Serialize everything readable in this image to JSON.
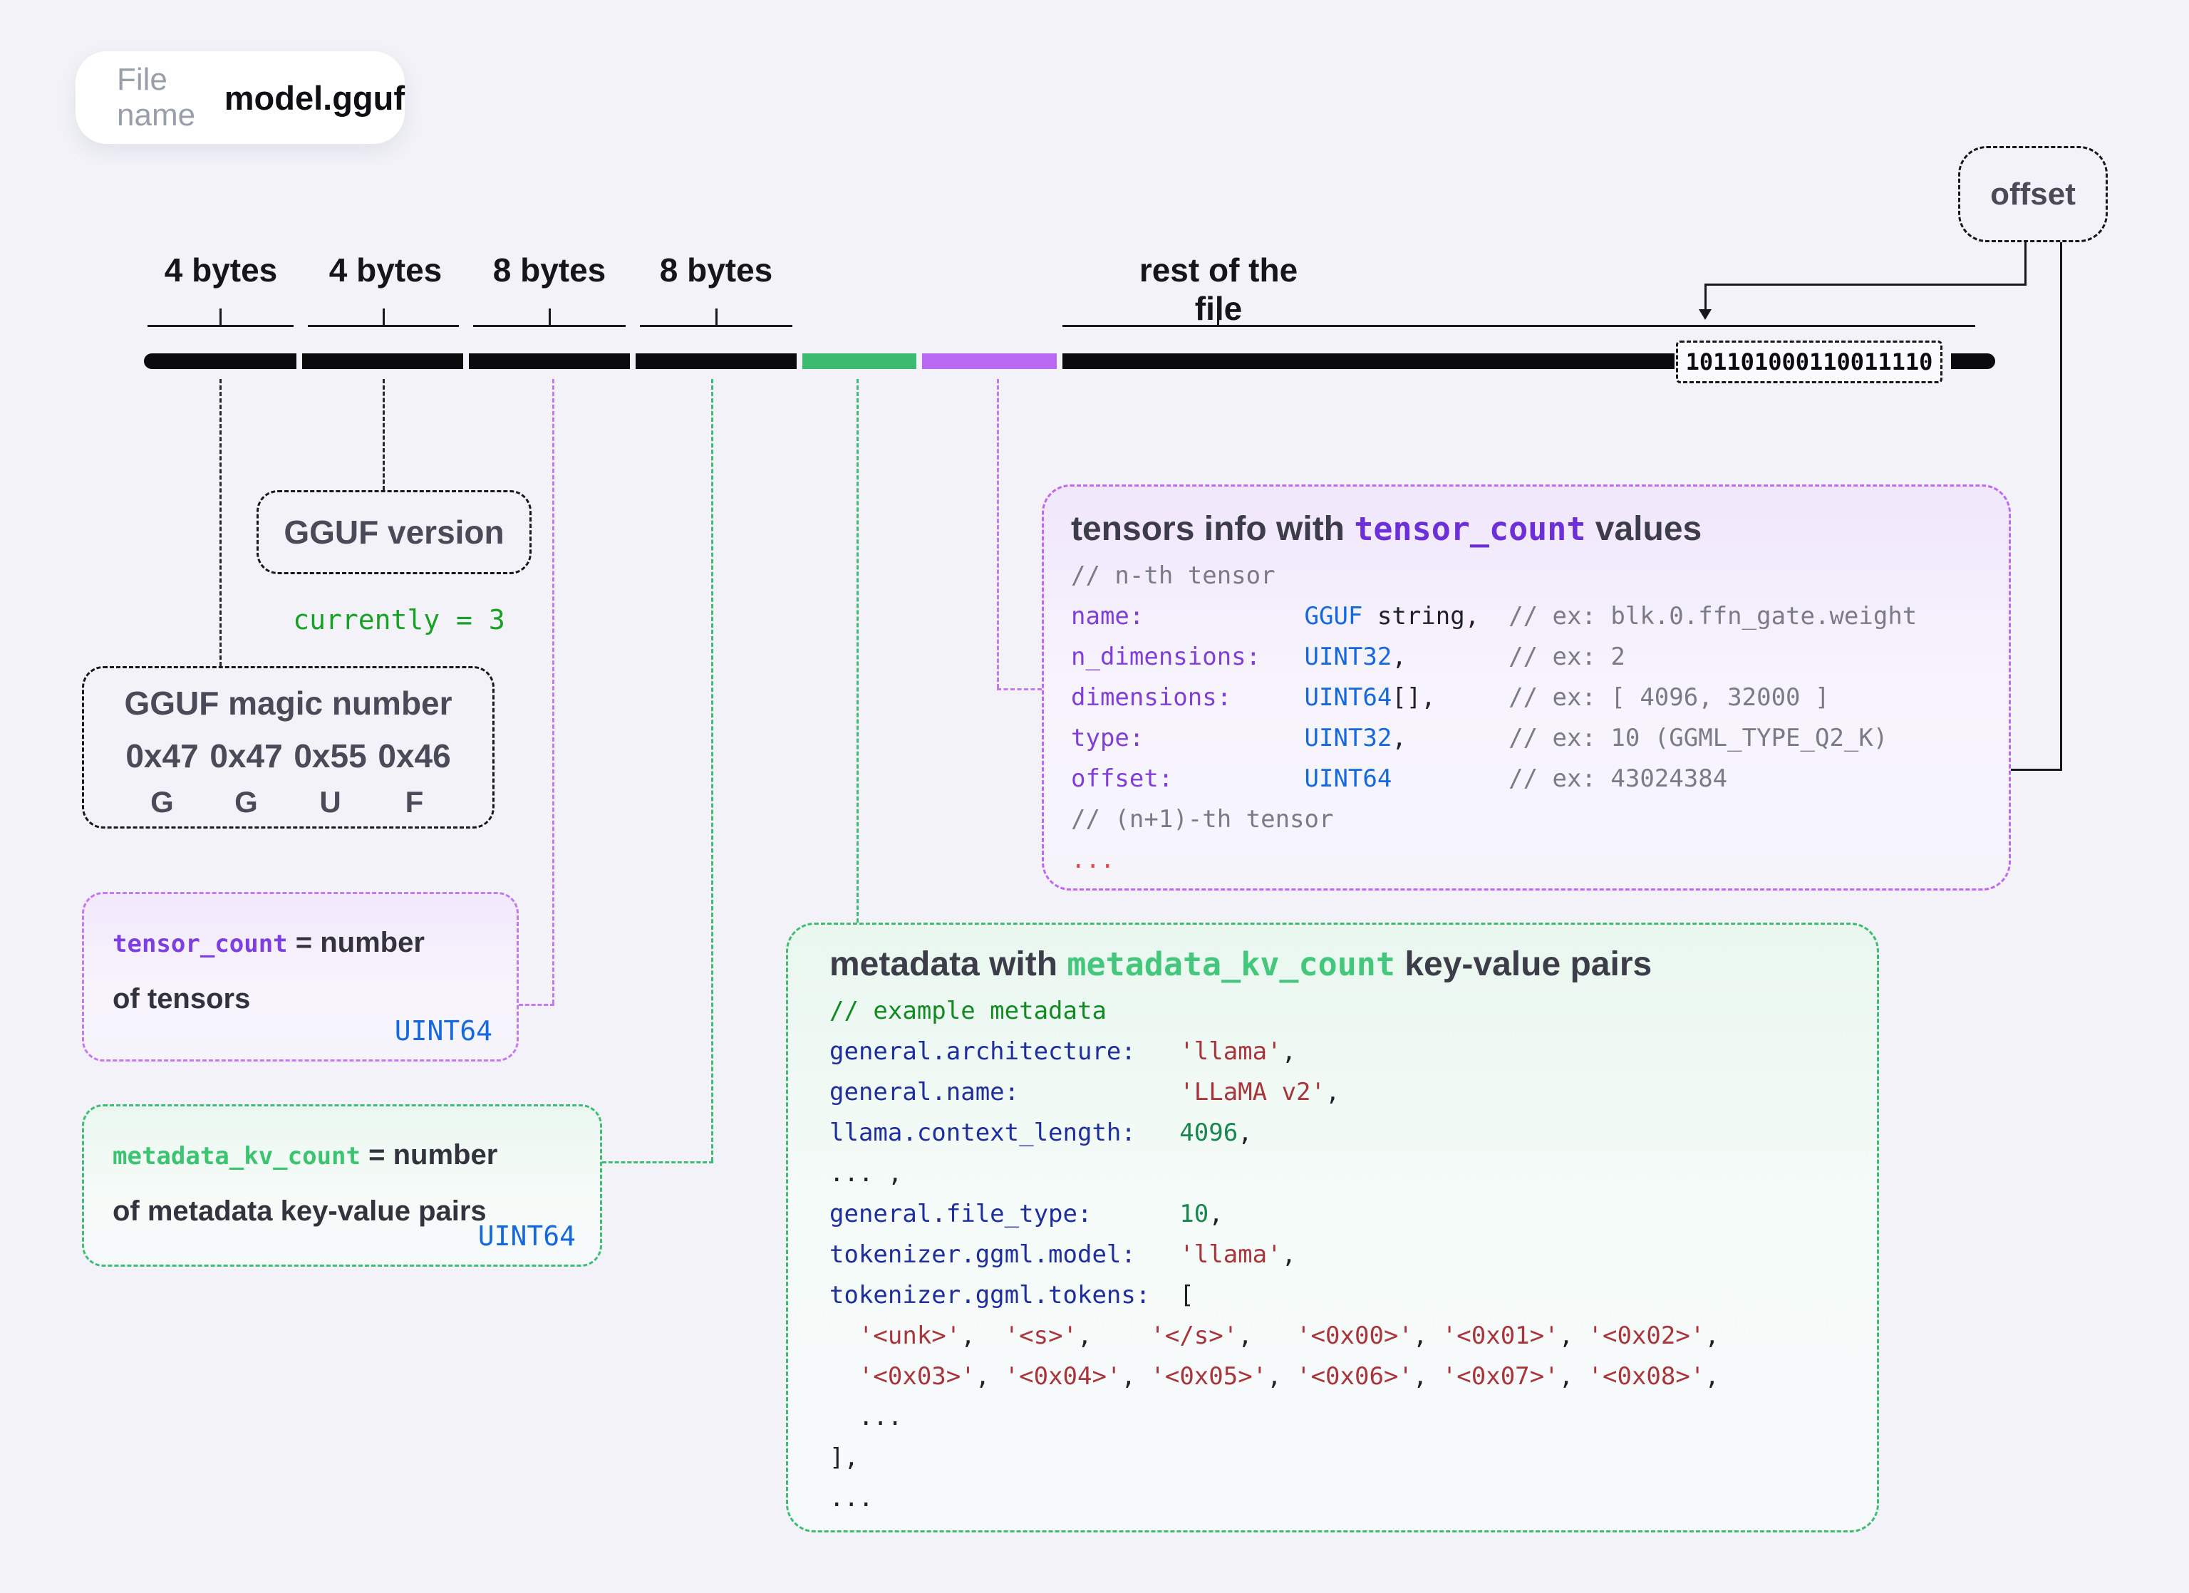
{
  "colors": {
    "bar_black": "#0b0b0d",
    "bar_green": "#3cba70",
    "bar_purple": "#b968f2",
    "accent_purple": "#7d3fe0",
    "accent_green": "#3cc470",
    "accent_blue": "#1668dd"
  },
  "file_pill": {
    "label": "File name",
    "value": "model.gguf"
  },
  "offset_box": {
    "label": "offset"
  },
  "byte_labels": [
    "4 bytes",
    "4 bytes",
    "8 bytes",
    "8 bytes"
  ],
  "rest_label": "rest of the file",
  "binary": "101101000110011110",
  "version_box": {
    "title": "GGUF version",
    "note": "currently = 3"
  },
  "magic_box": {
    "title": "GGUF magic number",
    "hex": [
      "0x47",
      "0x47",
      "0x55",
      "0x46"
    ],
    "letters": [
      "G",
      "G",
      "U",
      "F"
    ]
  },
  "tensor_count_box": {
    "code": "tensor_count",
    "eq": " = number",
    "line2": "of tensors",
    "type": "UINT64"
  },
  "metadata_kv_box": {
    "code": "metadata_kv_count",
    "eq": " = number",
    "line2": "of metadata key-value pairs",
    "type": "UINT64"
  },
  "tensors_box": {
    "title_pre": "tensors info with ",
    "title_code": "tensor_count",
    "title_post": " values",
    "lines": [
      [
        {
          "t": "// n-th tensor",
          "c": "gy"
        }
      ],
      [
        {
          "t": "name:           ",
          "c": "pl"
        },
        {
          "t": "GGUF",
          "c": "bl"
        },
        {
          "t": " string,  ",
          "c": "dk"
        },
        {
          "t": "// ex: blk.0.ffn_gate.weight",
          "c": "gy"
        }
      ],
      [
        {
          "t": "n_dimensions:   ",
          "c": "pl"
        },
        {
          "t": "UINT32",
          "c": "bl"
        },
        {
          "t": ",       ",
          "c": "dk"
        },
        {
          "t": "// ex: 2",
          "c": "gy"
        }
      ],
      [
        {
          "t": "dimensions:     ",
          "c": "pl"
        },
        {
          "t": "UINT64",
          "c": "bl"
        },
        {
          "t": "[],     ",
          "c": "dk"
        },
        {
          "t": "// ex: [ 4096, 32000 ]",
          "c": "gy"
        }
      ],
      [
        {
          "t": "type:           ",
          "c": "pl"
        },
        {
          "t": "UINT32",
          "c": "bl"
        },
        {
          "t": ",       ",
          "c": "dk"
        },
        {
          "t": "// ex: 10 (GGML_TYPE_Q2_K)",
          "c": "gy"
        }
      ],
      [
        {
          "t": "offset:         ",
          "c": "pl"
        },
        {
          "t": "UINT64",
          "c": "bl"
        },
        {
          "t": "        ",
          "c": "dk"
        },
        {
          "t": "// ex: 43024384",
          "c": "gy"
        }
      ],
      [
        {
          "t": "// (n+1)-th tensor",
          "c": "gy"
        }
      ],
      [
        {
          "t": "...",
          "c": "red"
        }
      ]
    ]
  },
  "metadata_box": {
    "title_pre": "metadata with ",
    "title_code": "metadata_kv_count",
    "title_post": " key-value pairs",
    "lines": [
      [
        {
          "t": "// example metadata",
          "c": "gn"
        }
      ],
      [
        {
          "t": "general.architecture:   ",
          "c": "nv"
        },
        {
          "t": "'llama'",
          "c": "rd"
        },
        {
          "t": ",",
          "c": "dk"
        }
      ],
      [
        {
          "t": "general.name:           ",
          "c": "nv"
        },
        {
          "t": "'LLaMA v2'",
          "c": "rd"
        },
        {
          "t": ",",
          "c": "dk"
        }
      ],
      [
        {
          "t": "llama.context_length:   ",
          "c": "nv"
        },
        {
          "t": "4096",
          "c": "ng"
        },
        {
          "t": ",",
          "c": "dk"
        }
      ],
      [
        {
          "t": "... ,",
          "c": "dk"
        }
      ],
      [
        {
          "t": "general.file_type:      ",
          "c": "nv"
        },
        {
          "t": "10",
          "c": "ng"
        },
        {
          "t": ",",
          "c": "dk"
        }
      ],
      [
        {
          "t": "tokenizer.ggml.model:   ",
          "c": "nv"
        },
        {
          "t": "'llama'",
          "c": "rd"
        },
        {
          "t": ",",
          "c": "dk"
        }
      ],
      [
        {
          "t": "tokenizer.ggml.tokens:  ",
          "c": "nv"
        },
        {
          "t": "[",
          "c": "dk"
        }
      ],
      [
        {
          "t": "  ",
          "c": "dk"
        },
        {
          "t": "'<unk>'",
          "c": "rd"
        },
        {
          "t": ",  ",
          "c": "dk"
        },
        {
          "t": "'<s>'",
          "c": "rd"
        },
        {
          "t": ",    ",
          "c": "dk"
        },
        {
          "t": "'</s>'",
          "c": "rd"
        },
        {
          "t": ",   ",
          "c": "dk"
        },
        {
          "t": "'<0x00>'",
          "c": "rd"
        },
        {
          "t": ", ",
          "c": "dk"
        },
        {
          "t": "'<0x01>'",
          "c": "rd"
        },
        {
          "t": ", ",
          "c": "dk"
        },
        {
          "t": "'<0x02>'",
          "c": "rd"
        },
        {
          "t": ",",
          "c": "dk"
        }
      ],
      [
        {
          "t": "  ",
          "c": "dk"
        },
        {
          "t": "'<0x03>'",
          "c": "rd"
        },
        {
          "t": ", ",
          "c": "dk"
        },
        {
          "t": "'<0x04>'",
          "c": "rd"
        },
        {
          "t": ", ",
          "c": "dk"
        },
        {
          "t": "'<0x05>'",
          "c": "rd"
        },
        {
          "t": ", ",
          "c": "dk"
        },
        {
          "t": "'<0x06>'",
          "c": "rd"
        },
        {
          "t": ", ",
          "c": "dk"
        },
        {
          "t": "'<0x07>'",
          "c": "rd"
        },
        {
          "t": ", ",
          "c": "dk"
        },
        {
          "t": "'<0x08>'",
          "c": "rd"
        },
        {
          "t": ",",
          "c": "dk"
        }
      ],
      [
        {
          "t": "  ...",
          "c": "dk"
        }
      ],
      [
        {
          "t": "],",
          "c": "dk"
        }
      ],
      [
        {
          "t": "...",
          "c": "dk"
        }
      ]
    ]
  }
}
